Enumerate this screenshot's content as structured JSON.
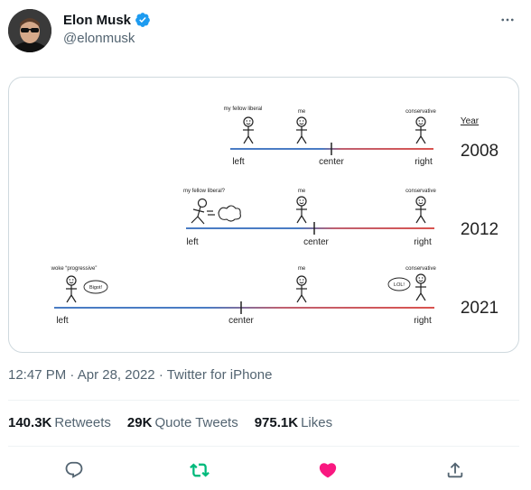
{
  "tweet": {
    "author": {
      "display_name": "Elon Musk",
      "handle": "@elonmusk"
    },
    "image": {
      "year_header": "Year",
      "rows": [
        {
          "year": "2008",
          "labels": {
            "fellow": "my fellow liberal",
            "me": "me",
            "conservative": "conservative"
          },
          "axis": {
            "left": "left",
            "center": "center",
            "right": "right"
          }
        },
        {
          "year": "2012",
          "labels": {
            "fellow": "my fellow liberal?",
            "me": "me",
            "conservative": "conservative"
          },
          "axis": {
            "left": "left",
            "center": "center",
            "right": "right"
          }
        },
        {
          "year": "2021",
          "labels": {
            "fellow": "woke “progressive”",
            "me": "me",
            "conservative": "conservative"
          },
          "bubbles": {
            "bigot": "Bigot!",
            "lol": "LOL!"
          },
          "axis": {
            "left": "left",
            "center": "center",
            "right": "right"
          }
        }
      ]
    },
    "meta": {
      "time": "12:47 PM",
      "sep1": "·",
      "date": "Apr 28, 2022",
      "sep2": "·",
      "source": "Twitter for iPhone"
    },
    "stats": [
      {
        "value": "140.3K",
        "label": "Retweets"
      },
      {
        "value": "29K",
        "label": "Quote Tweets"
      },
      {
        "value": "975.1K",
        "label": "Likes"
      }
    ],
    "colors": {
      "verified": "#1d9bf0",
      "retweet_green": "#00ba7c",
      "like_pink": "#f91880",
      "muted": "#536471",
      "axis_blue": "#4a7cc4",
      "axis_red": "#d9534f"
    }
  }
}
